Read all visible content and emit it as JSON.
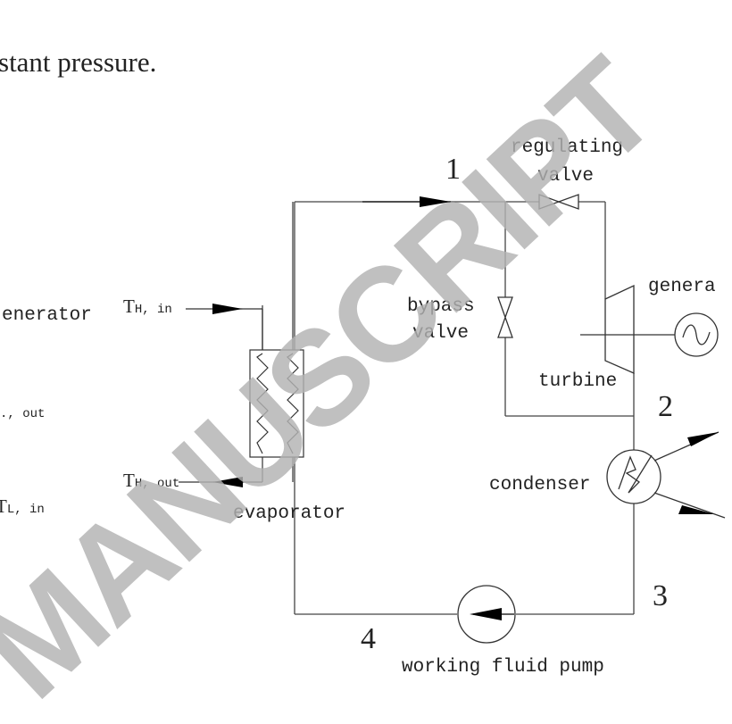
{
  "header_text": "stant pressure.",
  "watermark": "MANUSCRIPT",
  "labels": {
    "regulating_valve_line1": "regulating",
    "regulating_valve_line2": "valve",
    "bypass_valve_line1": "bypass",
    "bypass_valve_line2": "valve",
    "generator": "genera",
    "turbine": "turbine",
    "condenser": "condenser",
    "evaporator": "evaporator",
    "pump": "working fluid pump",
    "left_generator": "enerator"
  },
  "state_points": {
    "p1": "1",
    "p2": "2",
    "p3": "3",
    "p4": "4"
  },
  "temperatures": {
    "th_in_main": "T",
    "th_in_sub": "H, in",
    "th_out_main": "T",
    "th_out_sub": "H, out",
    "tl_out": "., out",
    "tl_in_main": "T",
    "tl_in_sub": "L, in"
  }
}
